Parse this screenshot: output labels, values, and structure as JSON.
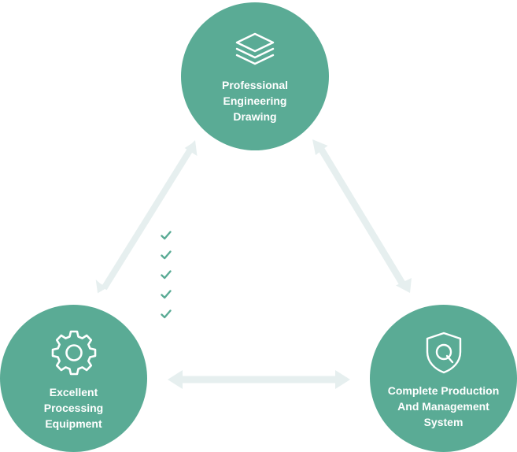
{
  "nodes": {
    "top": {
      "label_lines": [
        "Professional",
        "Engineering",
        "Drawing"
      ],
      "icon": "layers-icon"
    },
    "left": {
      "label_lines": [
        "Excellent",
        "Processing",
        "Equipment"
      ],
      "icon": "gear-icon"
    },
    "right": {
      "label_lines": [
        "Complete Production",
        "And Management",
        "System"
      ],
      "icon": "shield-q-icon"
    }
  },
  "checklist": {
    "count": 5,
    "icon": "check-icon"
  },
  "colors": {
    "node_fill": "#5aab95",
    "node_text": "#ffffff",
    "arrow": "#e6efef",
    "check": "#5aab95"
  }
}
